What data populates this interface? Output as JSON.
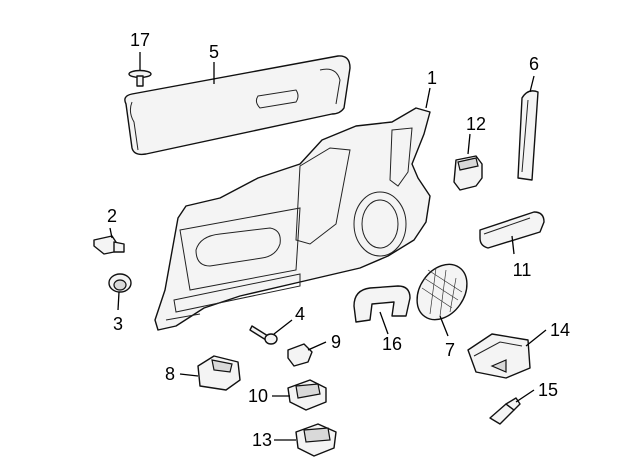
{
  "diagram": {
    "callouts": [
      {
        "id": "1",
        "label": "1",
        "name": "door-trim-panel"
      },
      {
        "id": "2",
        "label": "2",
        "name": "clip"
      },
      {
        "id": "3",
        "label": "3",
        "name": "grommet"
      },
      {
        "id": "4",
        "label": "4",
        "name": "screw"
      },
      {
        "id": "5",
        "label": "5",
        "name": "upper-trim-panel"
      },
      {
        "id": "6",
        "label": "6",
        "name": "trim-strip"
      },
      {
        "id": "7",
        "label": "7",
        "name": "speaker-grille"
      },
      {
        "id": "8",
        "label": "8",
        "name": "mirror-switch"
      },
      {
        "id": "9",
        "label": "9",
        "name": "knob"
      },
      {
        "id": "10",
        "label": "10",
        "name": "window-switch"
      },
      {
        "id": "11",
        "label": "11",
        "name": "handle"
      },
      {
        "id": "12",
        "label": "12",
        "name": "lock-switch"
      },
      {
        "id": "13",
        "label": "13",
        "name": "window-switch-2"
      },
      {
        "id": "14",
        "label": "14",
        "name": "courtesy-lamp"
      },
      {
        "id": "15",
        "label": "15",
        "name": "bulb"
      },
      {
        "id": "16",
        "label": "16",
        "name": "pull-handle"
      },
      {
        "id": "17",
        "label": "17",
        "name": "push-pin"
      }
    ]
  }
}
